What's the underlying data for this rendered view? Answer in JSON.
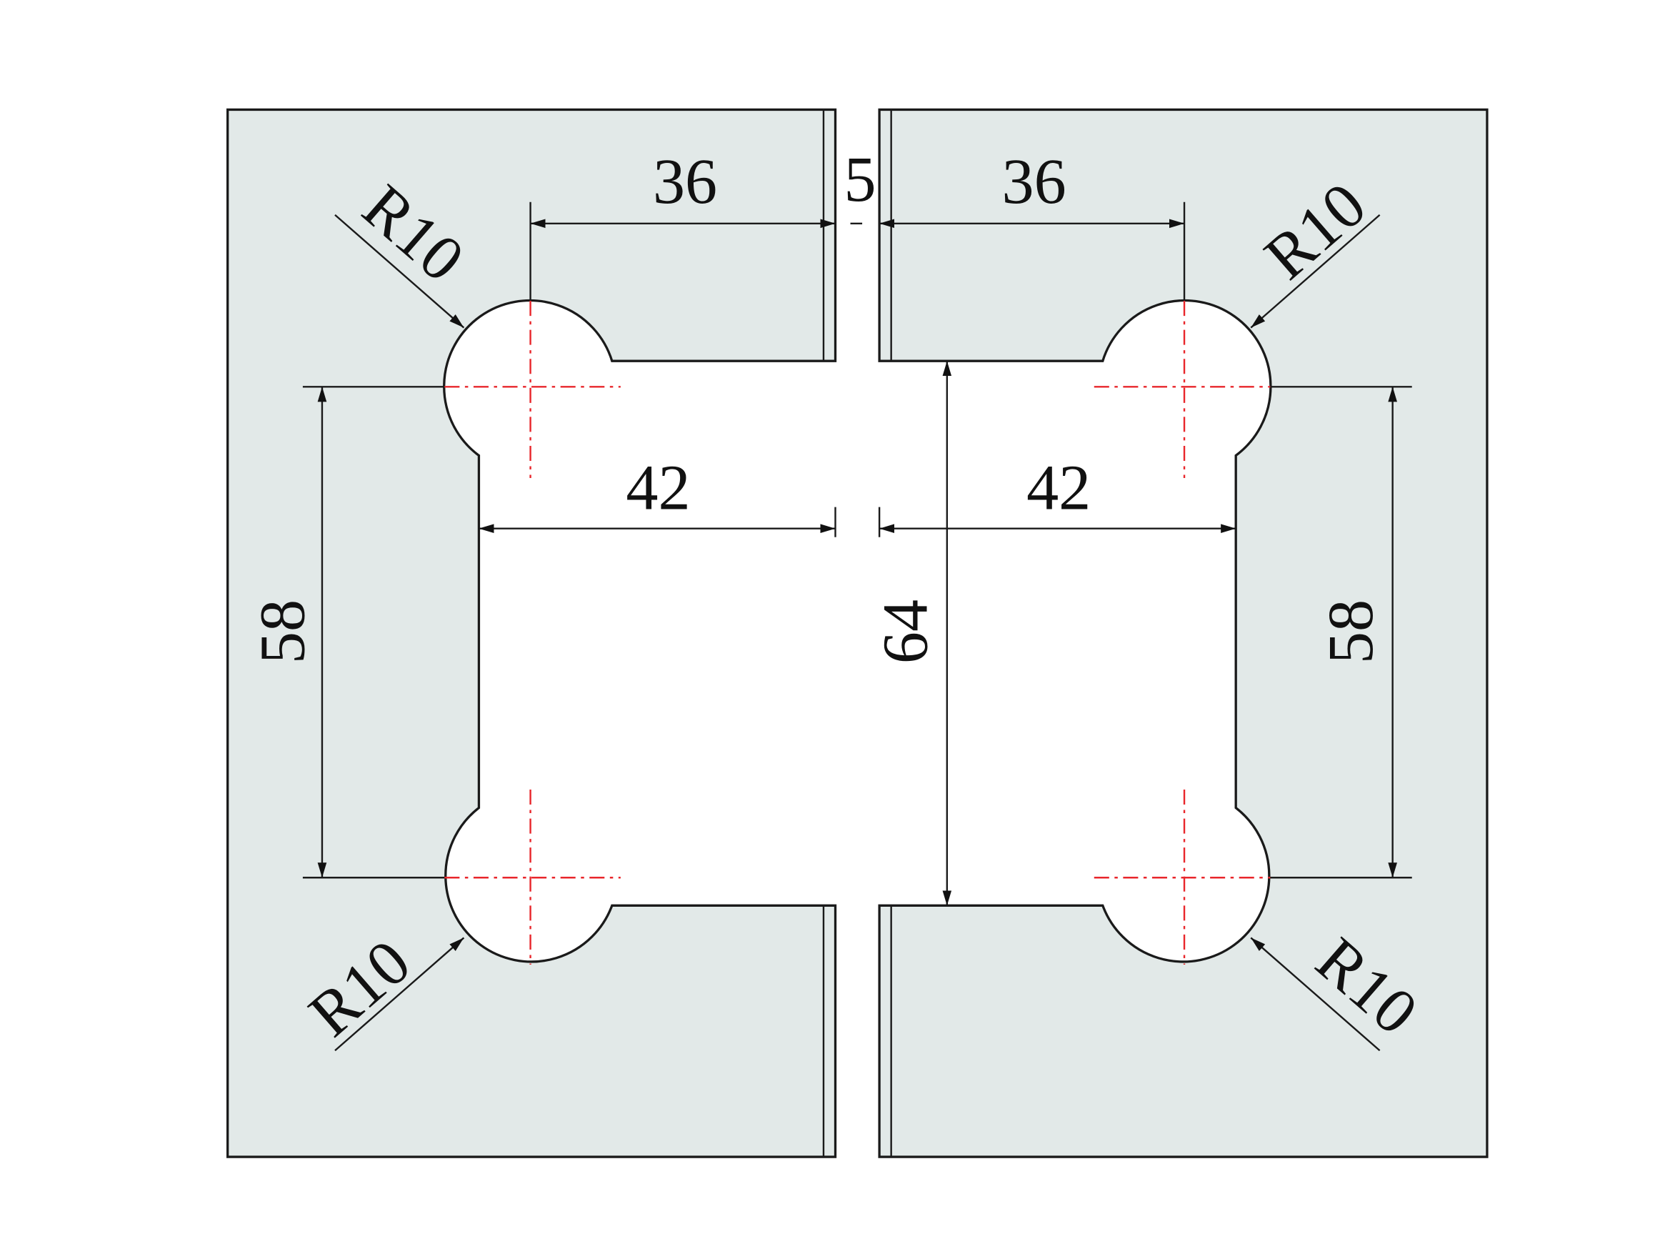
{
  "drawing": {
    "top_left_width": "36",
    "gap": "5",
    "top_right_width": "36",
    "left_inner_width": "42",
    "right_inner_width": "42",
    "left_hole_spacing": "58",
    "right_hole_spacing": "58",
    "opening_height": "64",
    "radius_top_left": "R10",
    "radius_top_right": "R10",
    "radius_bottom_left": "R10",
    "radius_bottom_right": "R10"
  },
  "colors": {
    "plate_fill": "#e2e9e8",
    "centerline": "#e8262b",
    "line": "#1a1a1a"
  }
}
